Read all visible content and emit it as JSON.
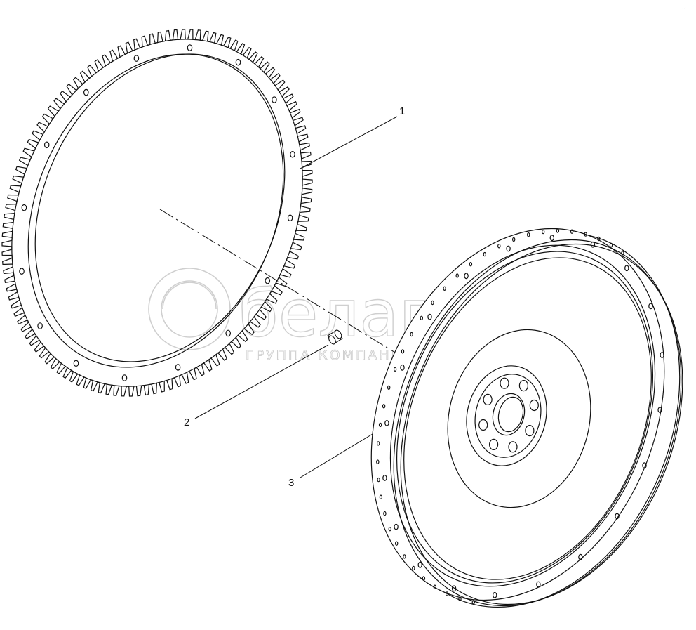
{
  "callouts": [
    {
      "label": "1",
      "part": "ring-gear"
    },
    {
      "label": "2",
      "part": "dowel-pin"
    },
    {
      "label": "3",
      "part": "flywheel"
    }
  ],
  "watermark": {
    "brand": "белапро",
    "subtitle": "ГРУППА КОМПАНИЙ"
  },
  "colors": {
    "line": "#111111",
    "watermark": "#cfcfcf",
    "background": "#ffffff"
  },
  "parts": {
    "ring_gear_teeth": 120,
    "flywheel_rim_holes": 36,
    "flywheel_hub_holes": 8
  }
}
